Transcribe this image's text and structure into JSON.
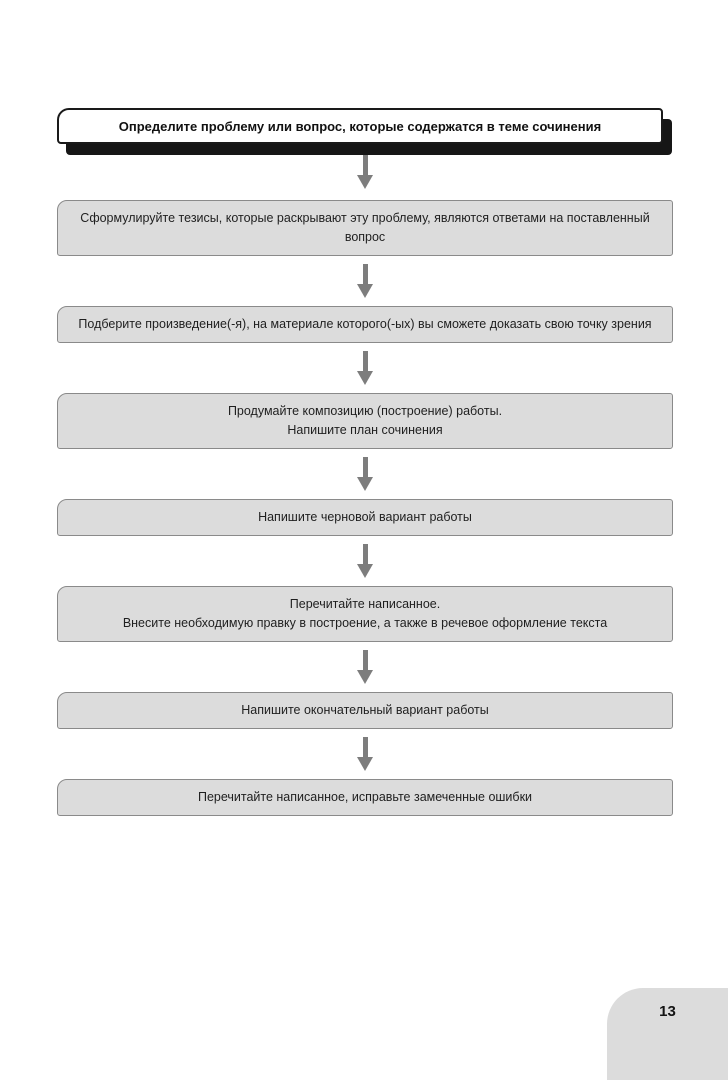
{
  "page": {
    "number": "13"
  },
  "colors": {
    "page-bg": "#ffffff",
    "box-fill": "#dcdcdc",
    "box-border": "#8a8a8a",
    "title-border": "#1a1a1a",
    "title-shadow": "#161616",
    "title-text": "#111111",
    "arrow": "#7d7d7d",
    "text": "#1f1f1f"
  },
  "flowchart": {
    "title": "Определите проблему или вопрос, которые содержатся в теме сочинения",
    "steps": [
      {
        "lines": [
          "Сформулируйте тезисы, которые раскрывают эту проблему, являются ответами на поставленный",
          "вопрос"
        ]
      },
      {
        "lines": [
          "Подберите произведение(-я), на материале которого(-ых) вы сможете доказать свою точку зрения"
        ]
      },
      {
        "lines": [
          "Продумайте композицию (построение) работы.",
          "Напишите план сочинения"
        ]
      },
      {
        "lines": [
          "Напишите черновой вариант работы"
        ]
      },
      {
        "lines": [
          "Перечитайте написанное.",
          "Внесите необходимую правку в построение, а также в речевое оформление текста"
        ]
      },
      {
        "lines": [
          "Напишите окончательный вариант работы"
        ]
      },
      {
        "lines": [
          "Перечитайте написанное, исправьте замеченные ошибки"
        ]
      }
    ]
  }
}
